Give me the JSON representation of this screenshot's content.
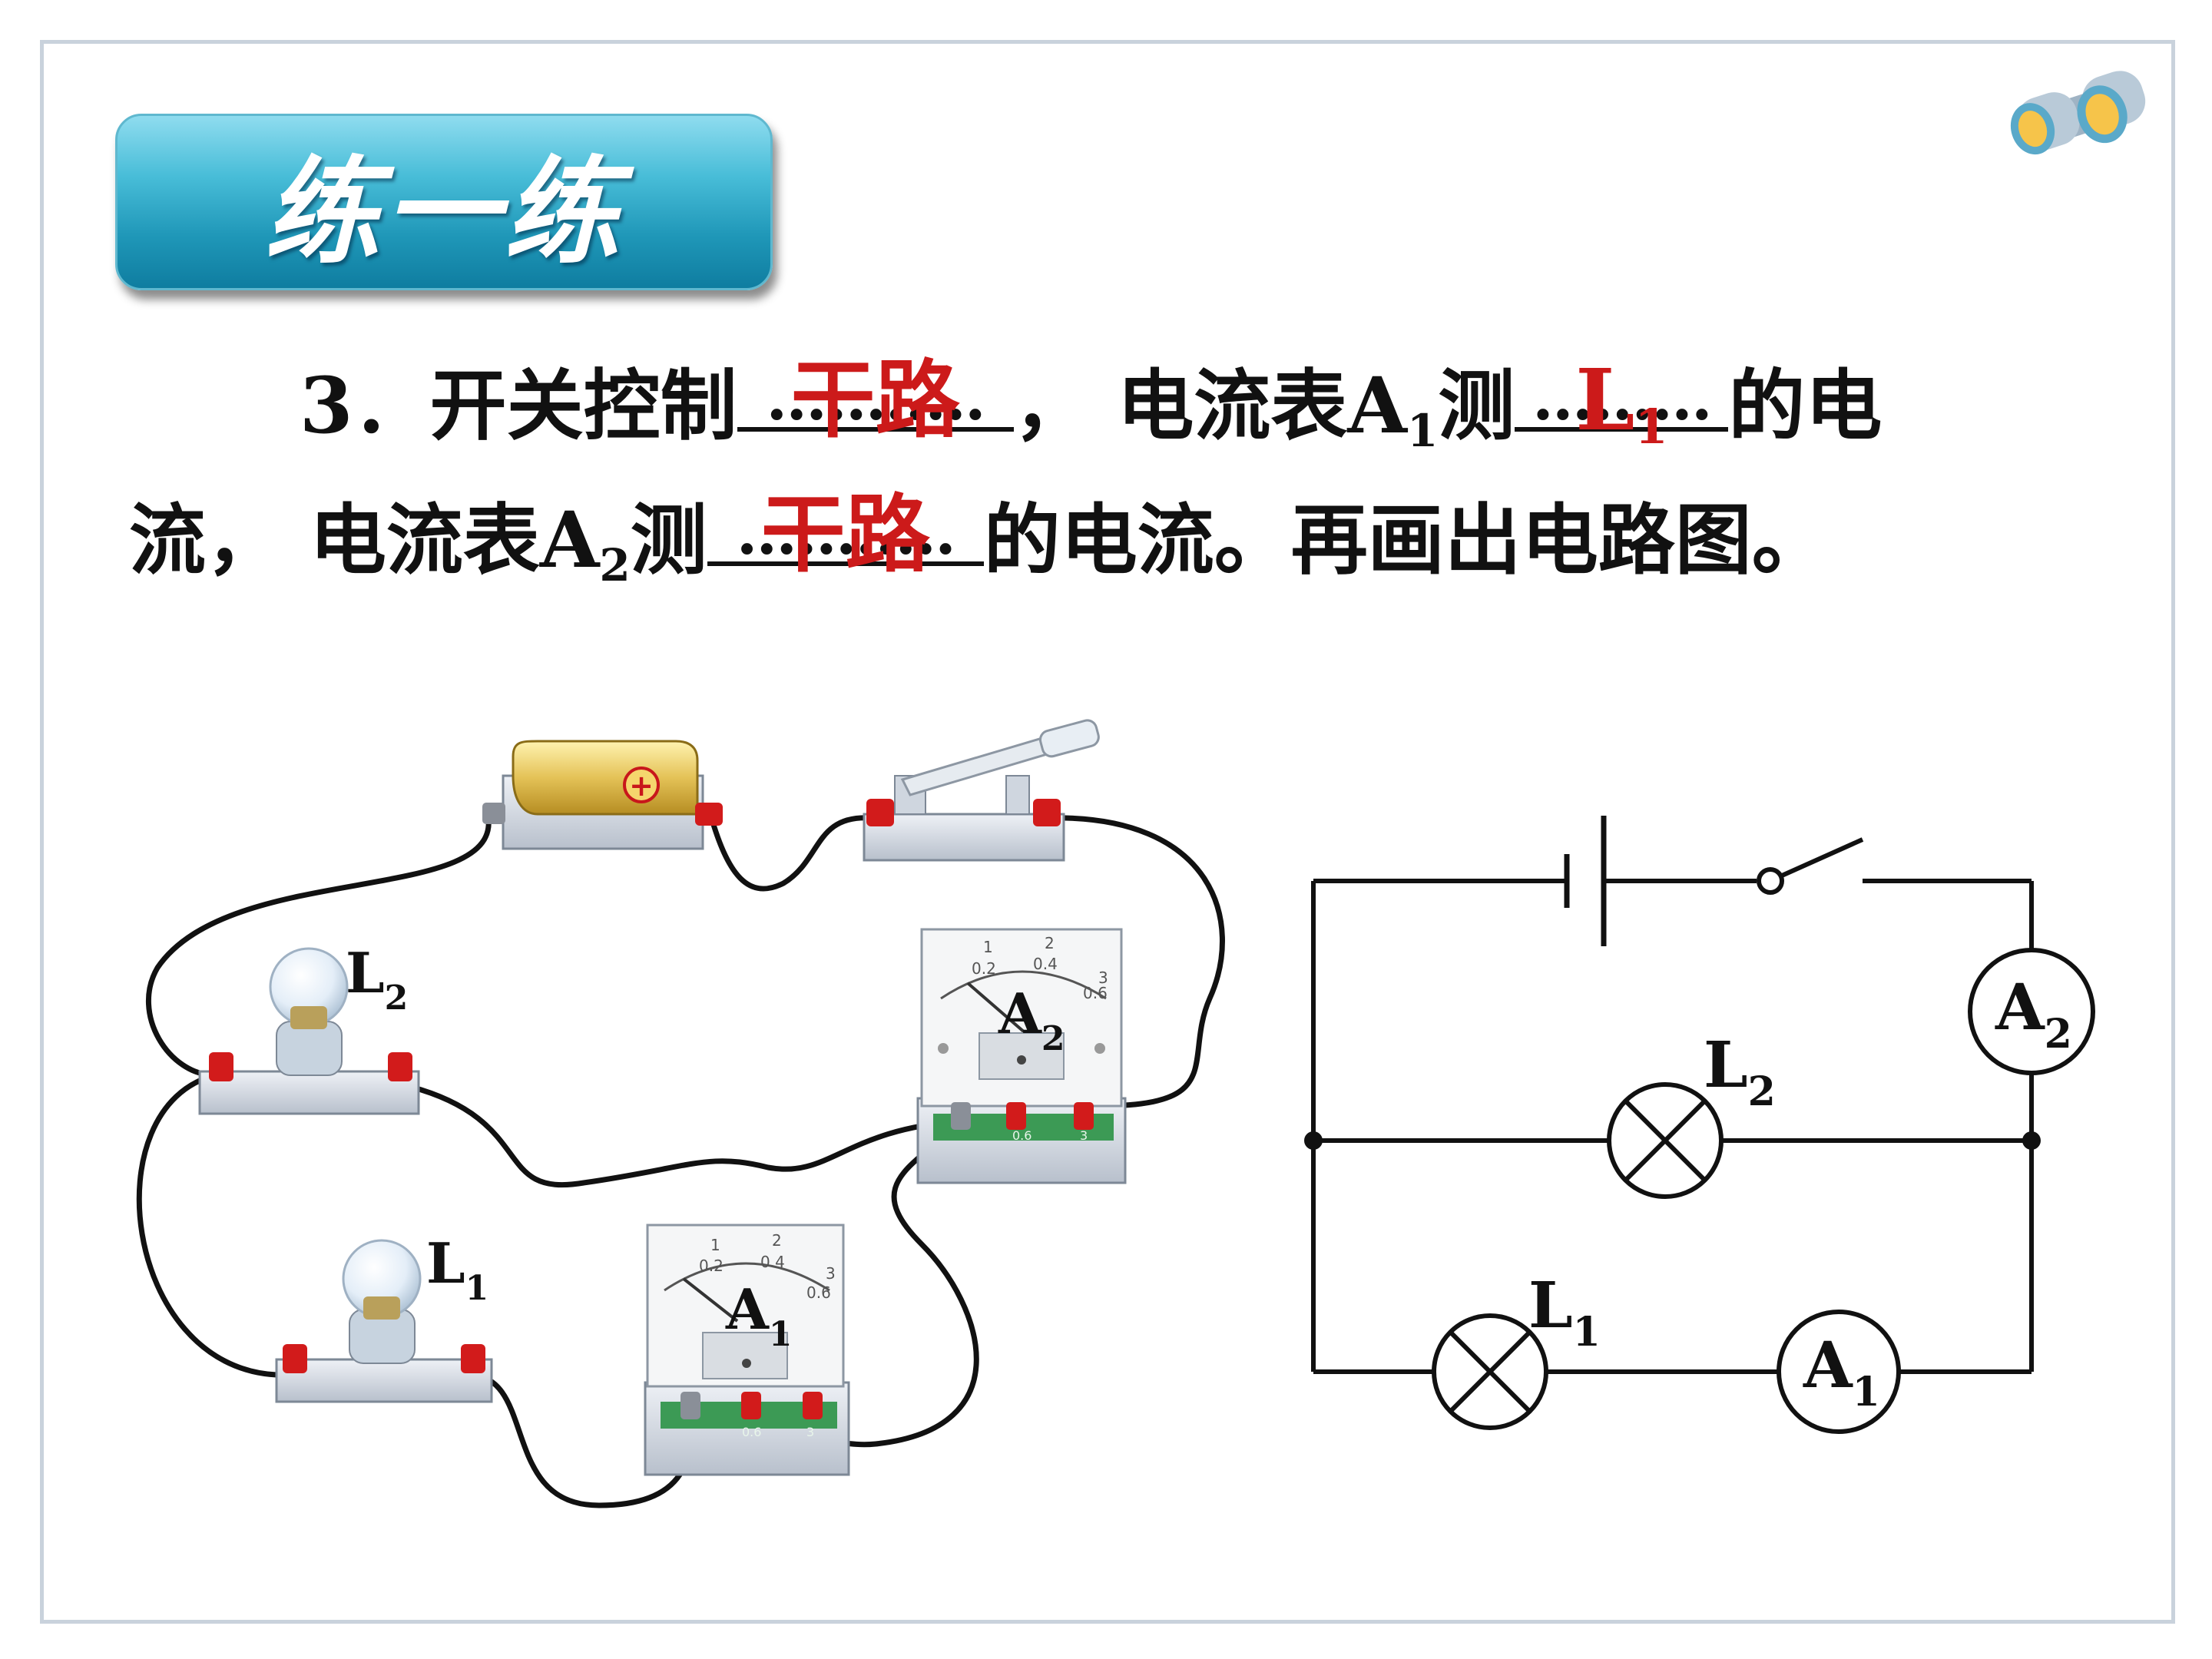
{
  "banner": {
    "title": "练一练"
  },
  "question": {
    "line1": {
      "num": "3．",
      "t1": "开关控制",
      "blank1_answer": "干路",
      "t2": "， 电流表A",
      "sub1": "1",
      "t3": "测",
      "blank2_answer": "L",
      "blank2_sub": "1",
      "t4": "的电"
    },
    "line2": {
      "t1": "流， 电流表A",
      "sub1": "2",
      "t2": "测",
      "blank3_answer": "干路",
      "t3": "的电流。再画出电路图。"
    }
  },
  "physical": {
    "L2": "L",
    "L2_sub": "2",
    "L1": "L",
    "L1_sub": "1",
    "A2": "A",
    "A2_sub": "2",
    "A1": "A",
    "A1_sub": "1",
    "meter_ticks": [
      "0.2",
      "0.4",
      "0.6"
    ],
    "meter_top_ticks": [
      "1",
      "2",
      "3"
    ],
    "terminal_labels": [
      "0.6",
      "3"
    ]
  },
  "schematic": {
    "A2": "A",
    "A2_sub": "2",
    "L2": "L",
    "L2_sub": "2",
    "L1": "L",
    "L1_sub": "1",
    "A1": "A",
    "A1_sub": "1"
  },
  "colors": {
    "answer": "#cc1a1a",
    "banner": "#2aa7c8",
    "terminal": "#d21b1b"
  }
}
